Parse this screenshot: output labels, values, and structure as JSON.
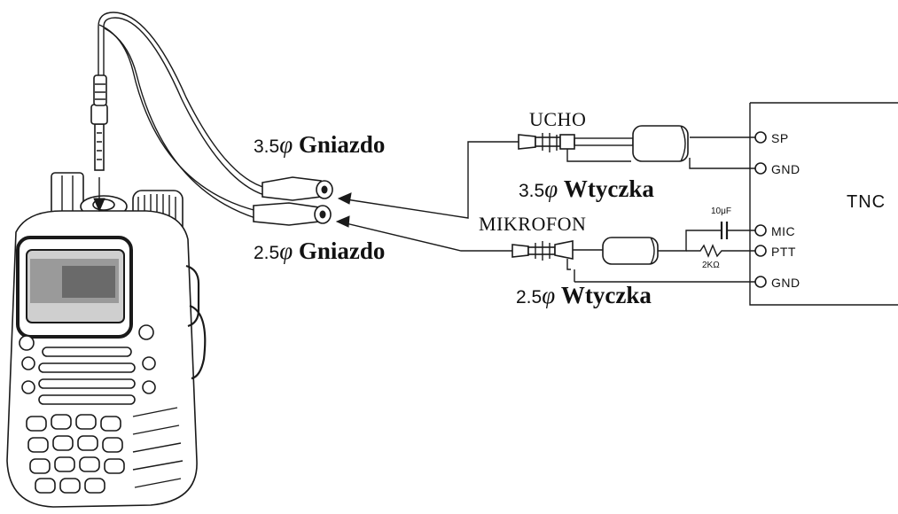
{
  "jack_35": {
    "size": "3.5",
    "phi": "φ",
    "word": "Gniazdo"
  },
  "jack_25": {
    "size": "2.5",
    "phi": "φ",
    "word": "Gniazdo"
  },
  "plug_35": {
    "size": "3.5",
    "phi": "φ",
    "word": "Wtyczka"
  },
  "plug_25": {
    "size": "2.5",
    "phi": "φ",
    "word": "Wtyczka"
  },
  "ucho": "UCHO",
  "mikrofon": "MIKROFON",
  "tnc": {
    "title": "TNC",
    "pins": {
      "sp": "SP",
      "gnd1": "GND",
      "mic": "MIC",
      "ptt": "PTT",
      "gnd2": "GND"
    }
  },
  "capacitor": "10μF",
  "resistor": "2KΩ"
}
